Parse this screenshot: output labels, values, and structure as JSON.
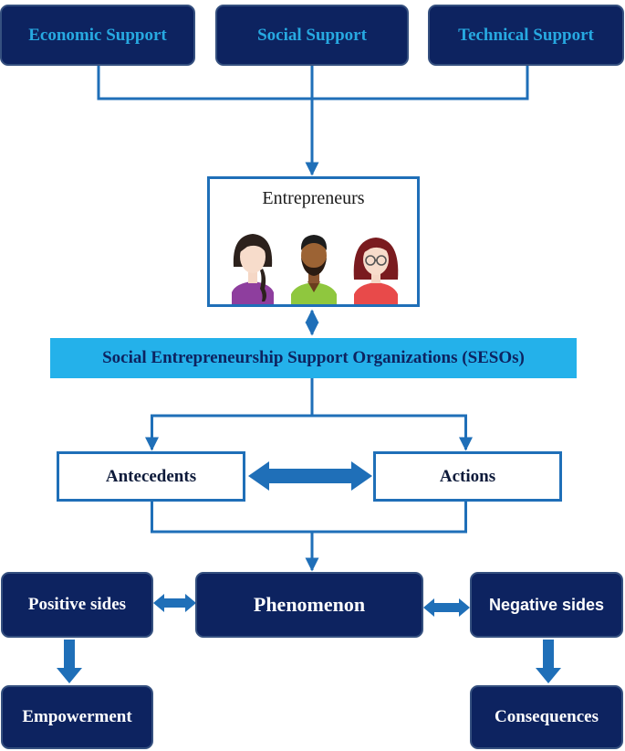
{
  "support_boxes": {
    "economic": "Economic Support",
    "social": "Social Support",
    "technical": "Technical Support"
  },
  "entrepreneurs": {
    "title": "Entrepreneurs"
  },
  "sesos": {
    "label": "Social Entrepreneurship Support Organizations (SESOs)"
  },
  "antecedents": "Antecedents",
  "actions": "Actions",
  "phenomenon": "Phenomenon",
  "positive_sides": "Positive sides",
  "negative_sides": "Negative sides",
  "empowerment": "Empowerment",
  "consequences": "Consequences",
  "colors": {
    "dark_navy": "#0d2360",
    "accent_cyan": "#27a9e1",
    "banner_blue": "#24b1ea",
    "line_blue": "#1f6fb8"
  }
}
